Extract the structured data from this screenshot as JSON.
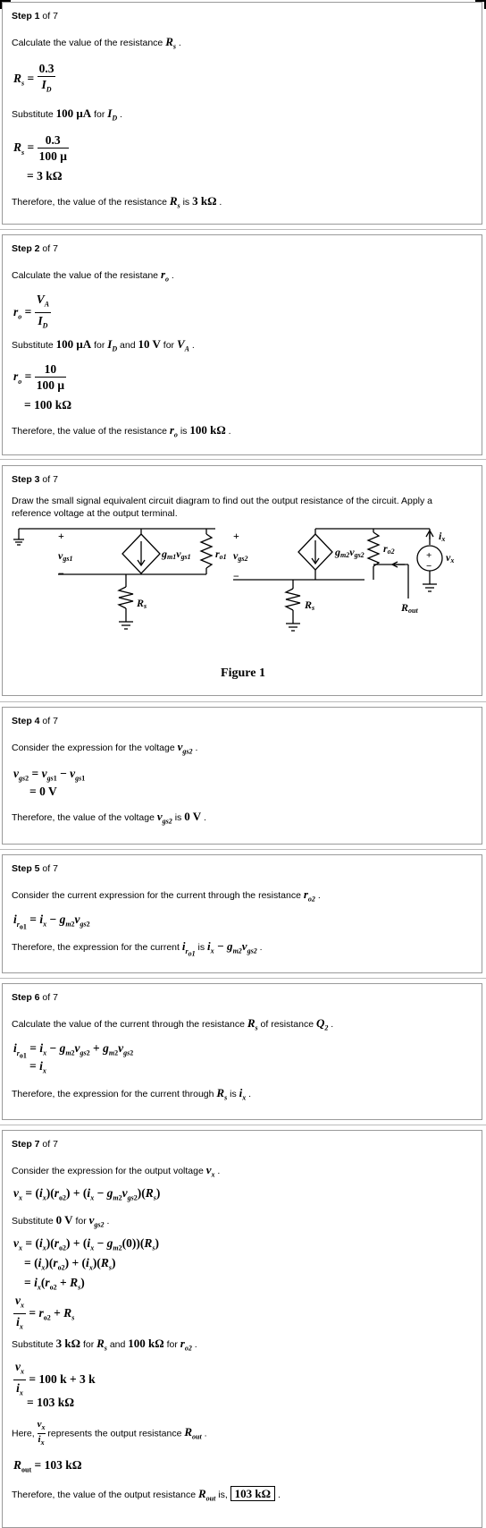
{
  "problem_id": "8.054P",
  "steps": [
    {
      "num": "1",
      "of": "7",
      "lines": {
        "intro": "Calculate the value of the resistance",
        "substitute": "Substitute",
        "val_100uA": "100 μA",
        "for": "for",
        "therefore": "Therefore, the value of the resistance",
        "is": "is",
        "result": "3 kΩ"
      },
      "eq": {
        "lhs": "R",
        "lhs_sub": "s",
        "frac1_num": "0.3",
        "frac1_den": "I",
        "frac1_den_sub": "D",
        "frac2_num": "0.3",
        "frac2_den": "100 μ",
        "final": "= 3 kΩ",
        "var_R": "R",
        "var_R_sub": "s",
        "var_I": "I",
        "var_I_sub": "D"
      }
    },
    {
      "num": "2",
      "of": "7",
      "lines": {
        "intro": "Calculate the value of the resistane",
        "substitute": "Substitute",
        "val_100uA": "100 μA",
        "for": "for",
        "and": "and",
        "val_10V": "10 V",
        "therefore": "Therefore, the value of the resistance",
        "is": "is",
        "result": "100 kΩ"
      },
      "eq": {
        "lhs": "r",
        "lhs_sub": "o",
        "frac1_num": "V",
        "frac1_num_sub": "A",
        "frac1_den": "I",
        "frac1_den_sub": "D",
        "frac2_num": "10",
        "frac2_den": "100 μ",
        "final": "= 100 kΩ",
        "var_V": "V",
        "var_V_sub": "A"
      }
    },
    {
      "num": "3",
      "of": "7",
      "lines": {
        "intro1": "Draw the small signal equivalent circuit diagram to find out the output resistance of the circuit. Apply a",
        "intro2": "reference voltage at the output terminal."
      },
      "circuit": {
        "plus1": "+",
        "minus1": "−",
        "vgs1": "v",
        "vgs1_sub": "gs1",
        "gm1": "g",
        "gm1_sub": "m1",
        "gm1_v": "v",
        "gm1_v_sub": "gs1",
        "ro1": "r",
        "ro1_sub": "o1",
        "plus2": "+",
        "minus2": "−",
        "vgs2": "v",
        "vgs2_sub": "gs2",
        "rs1": "R",
        "rs1_sub": "s",
        "gm2": "g",
        "gm2_sub": "m2",
        "gm2_v": "v",
        "gm2_v_sub": "gs2",
        "ro2": "r",
        "ro2_sub": "o2",
        "ix": "i",
        "ix_sub": "x",
        "vx": "v",
        "vx_sub": "x",
        "src_plus": "+",
        "src_minus": "−",
        "rs2": "R",
        "rs2_sub": "s",
        "rout": "R",
        "rout_sub": "out",
        "caption": "Figure 1"
      }
    },
    {
      "num": "4",
      "of": "7",
      "lines": {
        "intro": "Consider the expression for the voltage",
        "therefore": "Therefore, the value of the voltage",
        "is": "is",
        "result": "0 V"
      },
      "eq": {
        "line1": "= v",
        "line2": "= 0 V"
      }
    },
    {
      "num": "5",
      "of": "7",
      "lines": {
        "intro": "Consider the current expression for the current through the resistance",
        "therefore": "Therefore, the expression for the current",
        "is": "is"
      }
    },
    {
      "num": "6",
      "of": "7",
      "lines": {
        "intro": "Calculate the value of the current through the resistance",
        "of_resistance": "of resistance",
        "therefore": "Therefore, the expression for the current through",
        "is": "is"
      }
    },
    {
      "num": "7",
      "of": "7",
      "lines": {
        "intro": "Consider the expression for the output voltage",
        "substitute": "Substitute",
        "val_0V": "0 V",
        "for": "for",
        "and": "and",
        "val_3k": "3 kΩ",
        "val_100k": "100 kΩ",
        "here": "Here,",
        "represents": "represents the output resistance",
        "therefore": "Therefore, the value of the output resistance",
        "is": "is,",
        "result": "103 kΩ"
      },
      "eq": {
        "sum": "= 100 k + 3 k",
        "res": "= 103 kΩ",
        "rout_val": "= 103 kΩ"
      }
    }
  ]
}
